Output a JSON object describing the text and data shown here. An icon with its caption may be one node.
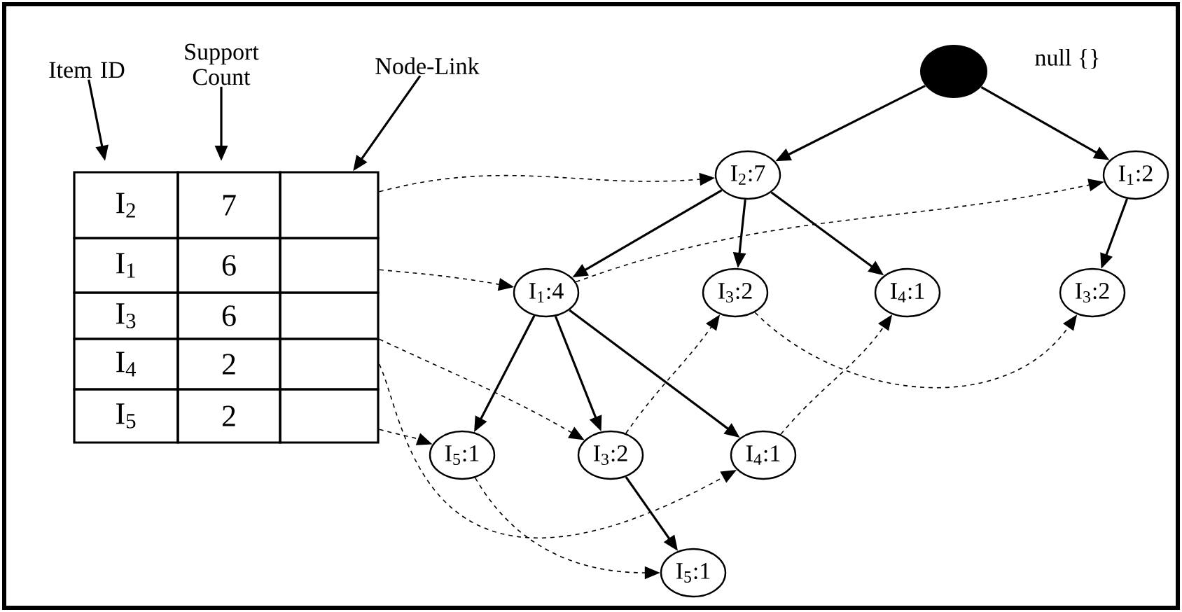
{
  "diagram": {
    "nodes": [
      {
        "text": [
          "Item ID"
        ]
      },
      {
        "text": [
          "Support Count"
        ]
      },
      {
        "text": [
          "Node-Link"
        ]
      },
      {
        "text": [],
        "shape": "box"
      },
      {
        "text": [],
        "shape": "box"
      },
      {
        "text": [],
        "shape": "box"
      },
      {
        "text": [],
        "shape": "box"
      },
      {
        "text": [],
        "shape": "box"
      },
      {
        "text": [],
        "shape": "circle",
        "beside": [
          "null {}"
        ]
      },
      {
        "text": [
          "I$_{2}$:7"
        ]
      },
      {
        "text": [
          "I$_{1}$:2"
        ]
      },
      {
        "text": [
          "I$_{1}$:4"
        ]
      },
      {
        "text": [
          "I$_{3}$:2"
        ]
      },
      {
        "text": [
          "I$_{4}$:1"
        ]
      },
      {
        "text": [
          "I$_{3}$:2"
        ]
      },
      {
        "text": [
          "I$_{5}$:1"
        ]
      },
      {
        "text": [
          "I$_{3}$:2"
        ]
      },
      {
        "text": [
          "I$_{4}$:1"
        ]
      },
      {
        "text": [
          "I$_{5}$:1"
        ]
      }
    ],
    "edges": [
      {
        "from": 0,
        "to": null,
        "arrow": "to"
      },
      {
        "from": 1,
        "to": null,
        "arrow": "to"
      },
      {
        "from": 2,
        "to": 3,
        "arrow": "to"
      },
      {
        "from": 8,
        "to": 9,
        "arrow": "to"
      },
      {
        "from": 8,
        "to": 10,
        "arrow": "to"
      },
      {
        "from": 9,
        "to": 11,
        "arrow": "to"
      },
      {
        "from": 9,
        "to": 12,
        "arrow": "to"
      },
      {
        "from": 9,
        "to": 13,
        "arrow": "to"
      },
      {
        "from": 10,
        "to": 14,
        "arrow": "to"
      },
      {
        "from": 11,
        "to": 15,
        "arrow": "to"
      },
      {
        "from": 11,
        "to": 16,
        "arrow": "to"
      },
      {
        "from": 11,
        "to": 17,
        "arrow": "to"
      },
      {
        "from": 16,
        "to": 18,
        "arrow": "to"
      },
      {
        "from": 3,
        "to": 9,
        "arrow": "to",
        "style": "dashed"
      },
      {
        "from": 11,
        "to": 10,
        "arrow": "to",
        "style": "dashed"
      },
      {
        "from": 4,
        "to": 11,
        "arrow": "to",
        "style": "dashed"
      },
      {
        "from": 5,
        "to": 16,
        "arrow": "to",
        "style": "dashed"
      },
      {
        "from": 16,
        "to": 12,
        "arrow": "to",
        "style": "dashed"
      },
      {
        "from": 12,
        "to": 14,
        "arrow": "to",
        "style": "dashed"
      },
      {
        "from": 6,
        "to": 17,
        "arrow": "to",
        "style": "dashed"
      },
      {
        "from": 17,
        "to": 13,
        "arrow": "to",
        "style": "dashed"
      },
      {
        "from": 7,
        "to": 15,
        "arrow": "to",
        "style": "dashed"
      },
      {
        "from": 15,
        "to": 18,
        "arrow": "to",
        "style": "dashed"
      }
    ],
    "labels": [
      "I$_{2}$",
      "7",
      "I$_{1}$",
      "6",
      "I$_{3}$",
      "6",
      "I$_{4}$",
      "2",
      "I$_{5}$",
      "2"
    ]
  }
}
